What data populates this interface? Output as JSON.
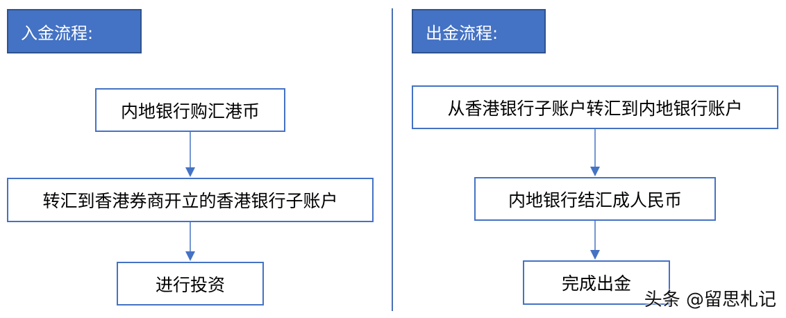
{
  "left": {
    "header": "入金流程:",
    "steps": [
      "内地银行购汇港币",
      "转汇到香港券商开立的香港银行子账户",
      "进行投资"
    ]
  },
  "right": {
    "header": "出金流程:",
    "steps": [
      "从香港银行子账户转汇到内地银行账户",
      "内地银行结汇成人民币",
      "完成出金"
    ]
  },
  "watermark": "头条 @留思札记",
  "colors": {
    "header_fill": "#4472c4",
    "box_border": "#4472c4",
    "arrow": "#4472c4"
  }
}
